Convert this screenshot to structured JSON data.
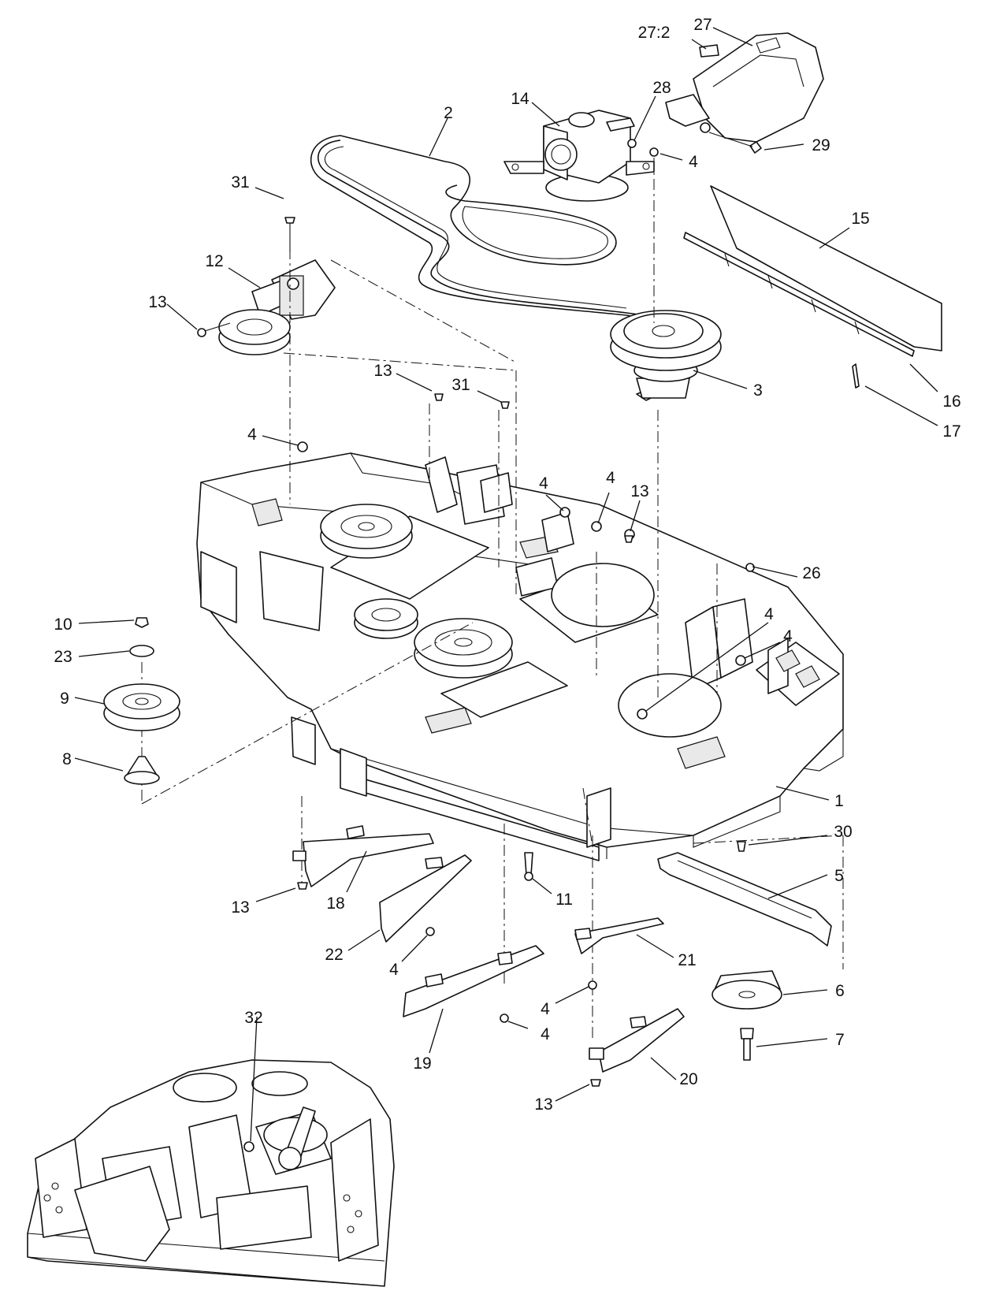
{
  "callouts": [
    {
      "id": "c-27-2",
      "text": "27:2"
    },
    {
      "id": "c-27",
      "text": "27"
    },
    {
      "id": "c-14",
      "text": "14"
    },
    {
      "id": "c-28",
      "text": "28"
    },
    {
      "id": "c-2",
      "text": "2"
    },
    {
      "id": "c-29",
      "text": "29"
    },
    {
      "id": "c-4a",
      "text": "4"
    },
    {
      "id": "c-31a",
      "text": "31"
    },
    {
      "id": "c-15",
      "text": "15"
    },
    {
      "id": "c-12",
      "text": "12"
    },
    {
      "id": "c-13a",
      "text": "13"
    },
    {
      "id": "c-16",
      "text": "16"
    },
    {
      "id": "c-13b",
      "text": "13"
    },
    {
      "id": "c-31b",
      "text": "31"
    },
    {
      "id": "c-3",
      "text": "3"
    },
    {
      "id": "c-17",
      "text": "17"
    },
    {
      "id": "c-4b",
      "text": "4"
    },
    {
      "id": "c-4c",
      "text": "4"
    },
    {
      "id": "c-4d",
      "text": "4"
    },
    {
      "id": "c-13c",
      "text": "13"
    },
    {
      "id": "c-26",
      "text": "26"
    },
    {
      "id": "c-4e",
      "text": "4"
    },
    {
      "id": "c-10",
      "text": "10"
    },
    {
      "id": "c-4f",
      "text": "4"
    },
    {
      "id": "c-23",
      "text": "23"
    },
    {
      "id": "c-9",
      "text": "9"
    },
    {
      "id": "c-8",
      "text": "8"
    },
    {
      "id": "c-1",
      "text": "1"
    },
    {
      "id": "c-30",
      "text": "30"
    },
    {
      "id": "c-5",
      "text": "5"
    },
    {
      "id": "c-11",
      "text": "11"
    },
    {
      "id": "c-13d",
      "text": "13"
    },
    {
      "id": "c-18",
      "text": "18"
    },
    {
      "id": "c-22",
      "text": "22"
    },
    {
      "id": "c-4g",
      "text": "4"
    },
    {
      "id": "c-21",
      "text": "21"
    },
    {
      "id": "c-6",
      "text": "6"
    },
    {
      "id": "c-4h",
      "text": "4"
    },
    {
      "id": "c-4i",
      "text": "4"
    },
    {
      "id": "c-7",
      "text": "7"
    },
    {
      "id": "c-19",
      "text": "19"
    },
    {
      "id": "c-32",
      "text": "32"
    },
    {
      "id": "c-20",
      "text": "20"
    },
    {
      "id": "c-13e",
      "text": "13"
    }
  ]
}
